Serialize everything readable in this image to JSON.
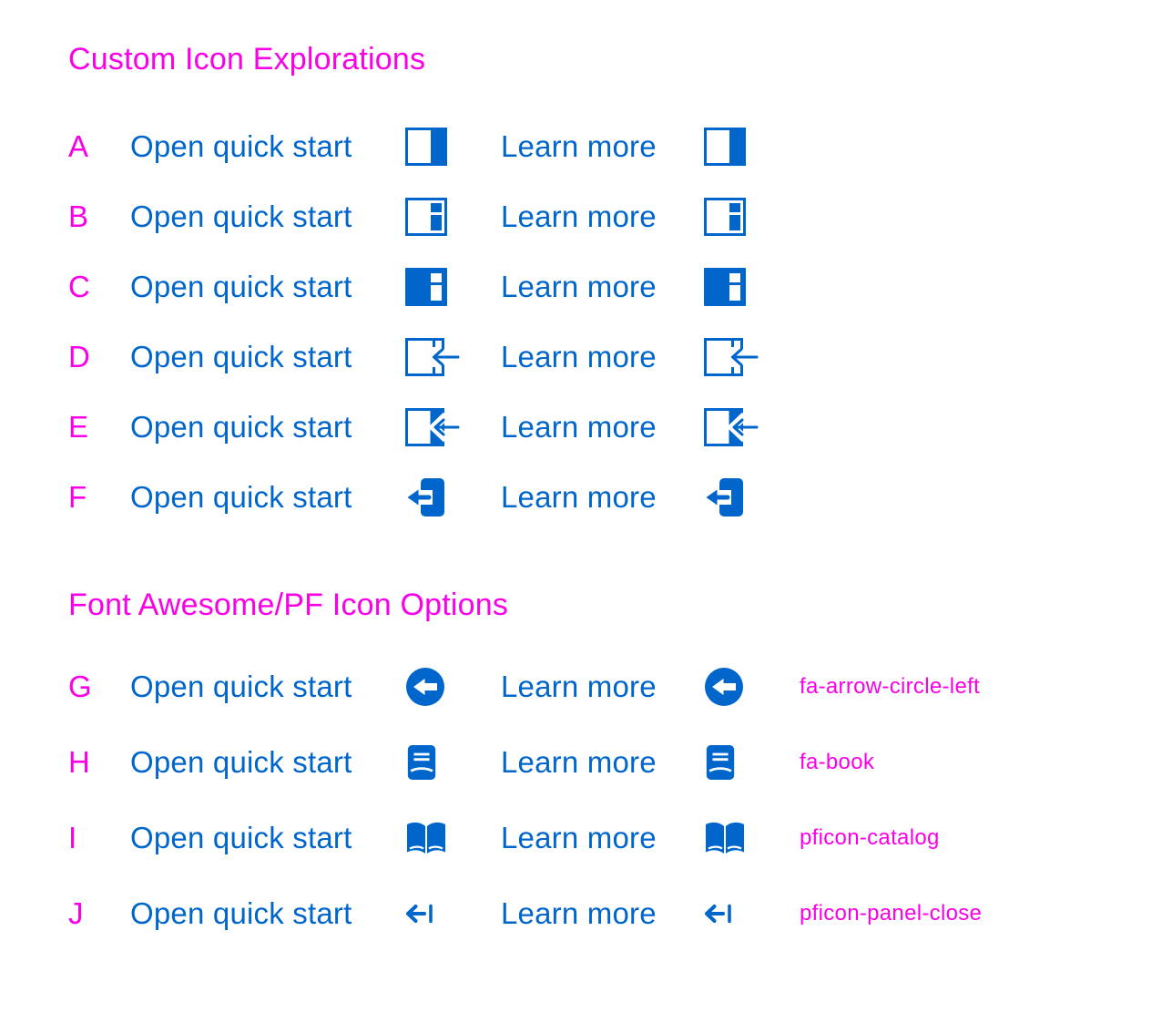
{
  "colors": {
    "accent_magenta": "#FA00E6",
    "accent_blue": "#0066CC"
  },
  "sections": [
    {
      "title": "Custom Icon Explorations",
      "open_label": "Open quick start",
      "learn_label": "Learn more",
      "rows": [
        {
          "letter": "A",
          "icon": "panel-right-filled-icon"
        },
        {
          "letter": "B",
          "icon": "panel-right-content-outline-icon"
        },
        {
          "letter": "C",
          "icon": "panel-right-content-solid-icon"
        },
        {
          "letter": "D",
          "icon": "collapse-panel-arrow-outline-icon"
        },
        {
          "letter": "E",
          "icon": "collapse-panel-arrow-filled-icon"
        },
        {
          "letter": "F",
          "icon": "door-exit-arrow-icon"
        }
      ]
    },
    {
      "title": "Font Awesome/PF Icon Options",
      "open_label": "Open quick start",
      "learn_label": "Learn more",
      "rows": [
        {
          "letter": "G",
          "icon": "fa-arrow-circle-left-icon",
          "icon_name": "fa-arrow-circle-left"
        },
        {
          "letter": "H",
          "icon": "fa-book-icon",
          "icon_name": "fa-book"
        },
        {
          "letter": "I",
          "icon": "pficon-catalog-icon",
          "icon_name": "pficon-catalog"
        },
        {
          "letter": "J",
          "icon": "pficon-panel-close-icon",
          "icon_name": "pficon-panel-close"
        }
      ]
    }
  ]
}
